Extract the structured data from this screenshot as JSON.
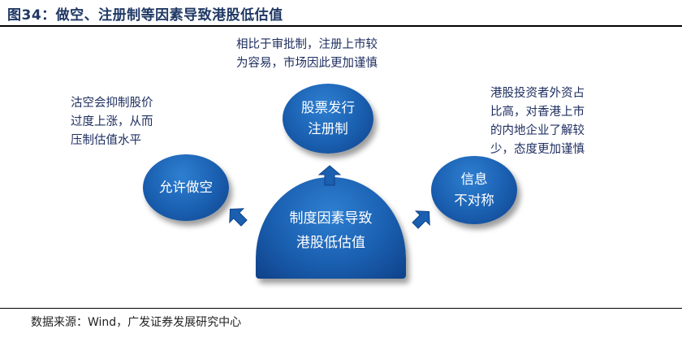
{
  "header": {
    "title": "图34：做空、注册制等因素导致港股低估值"
  },
  "center": {
    "line1": "制度因素导致",
    "line2": "港股低估值"
  },
  "nodes": {
    "registration": {
      "line1": "股票发行",
      "line2": "注册制"
    },
    "short_selling": {
      "line1": "允许做空"
    },
    "information": {
      "line1": "信息",
      "line2": "不对称"
    }
  },
  "notes": {
    "registration": {
      "line1": "相比于审批制，注册上市较",
      "line2": "为容易，市场因此更加谨慎"
    },
    "short_selling": {
      "line1": "沽空会抑制股价",
      "line2": "过度上涨，从而",
      "line3": "压制估值水平"
    },
    "information": {
      "line1": "港股投资者外资占",
      "line2": "比高，对香港上市",
      "line3": "的内地企业了解较",
      "line4": "少，态度更加谨慎"
    }
  },
  "footer": {
    "source": "数据来源：Wind，广发证券发展研究中心"
  },
  "colors": {
    "node_fill": "#1a5fb0",
    "note_text": "#1f2f60",
    "title_text": "#1f3864"
  }
}
